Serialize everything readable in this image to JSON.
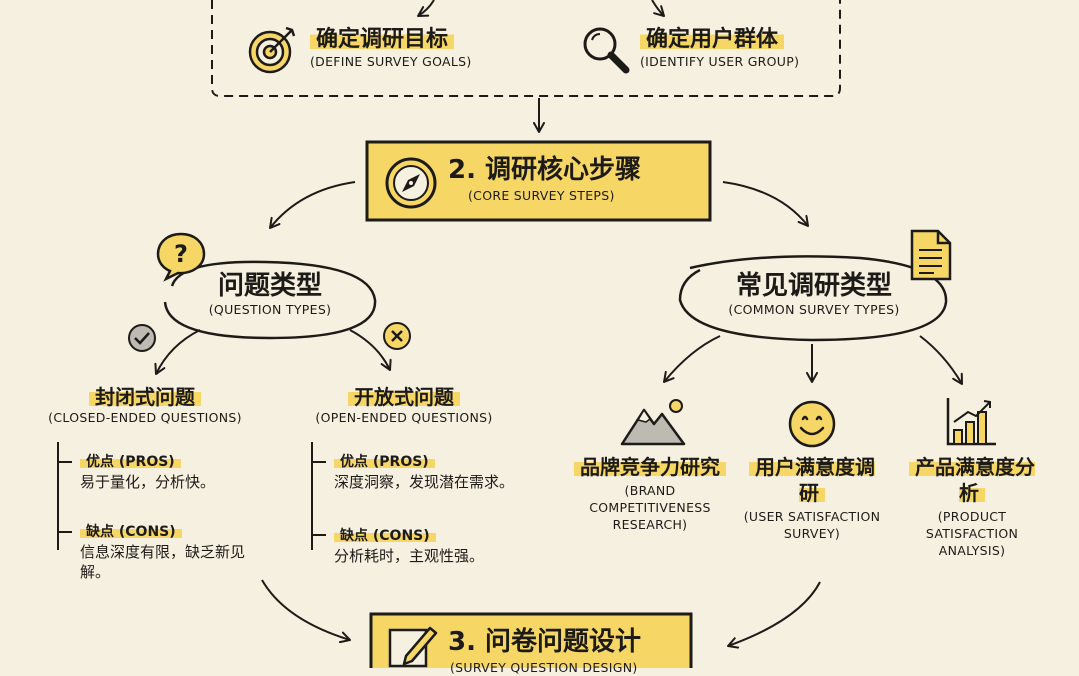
{
  "top": {
    "goals": {
      "cn": "确定调研目标",
      "en": "(DEFINE SURVEY GOALS)",
      "icon": "target-icon"
    },
    "users": {
      "cn": "确定用户群体",
      "en": "(IDENTIFY USER GROUP)",
      "icon": "magnifier-icon"
    }
  },
  "step2": {
    "cn": "2. 调研核心步骤",
    "en": "(CORE SURVEY STEPS)",
    "icon": "compass-icon"
  },
  "question_types": {
    "cn": "问题类型",
    "en": "(QUESTION TYPES)",
    "icon": "question-bubble-icon",
    "closed": {
      "cn": "封闭式问题",
      "en": "(CLOSED-ENDED QUESTIONS)",
      "icon": "check-circle-icon",
      "pros_label": "优点 (PROS)",
      "pros_text": "易于量化，分析快。",
      "cons_label": "缺点 (CONS)",
      "cons_text": "信息深度有限，缺乏新见解。"
    },
    "open": {
      "cn": "开放式问题",
      "en": "(OPEN-ENDED QUESTIONS)",
      "icon": "x-circle-icon",
      "pros_label": "优点 (PROS)",
      "pros_text": "深度洞察，发现潜在需求。",
      "cons_label": "缺点 (CONS)",
      "cons_text": "分析耗时，主观性强。"
    }
  },
  "survey_types": {
    "cn": "常见调研类型",
    "en": "(COMMON SURVEY TYPES)",
    "icon": "document-icon",
    "items": [
      {
        "cn": "品牌竞争力研究",
        "en": "(BRAND COMPETITIVENESS RESEARCH)",
        "icon": "mountain-icon"
      },
      {
        "cn": "用户满意度调研",
        "en": "(USER SATISFACTION SURVEY)",
        "icon": "smiley-icon"
      },
      {
        "cn": "产品满意度分析",
        "en": "(PRODUCT SATISFACTION ANALYSIS)",
        "icon": "bar-chart-icon"
      }
    ]
  },
  "step3": {
    "cn": "3. 问卷问题设计",
    "en": "(SURVEY QUESTION DESIGN)",
    "icon": "pencil-icon"
  }
}
